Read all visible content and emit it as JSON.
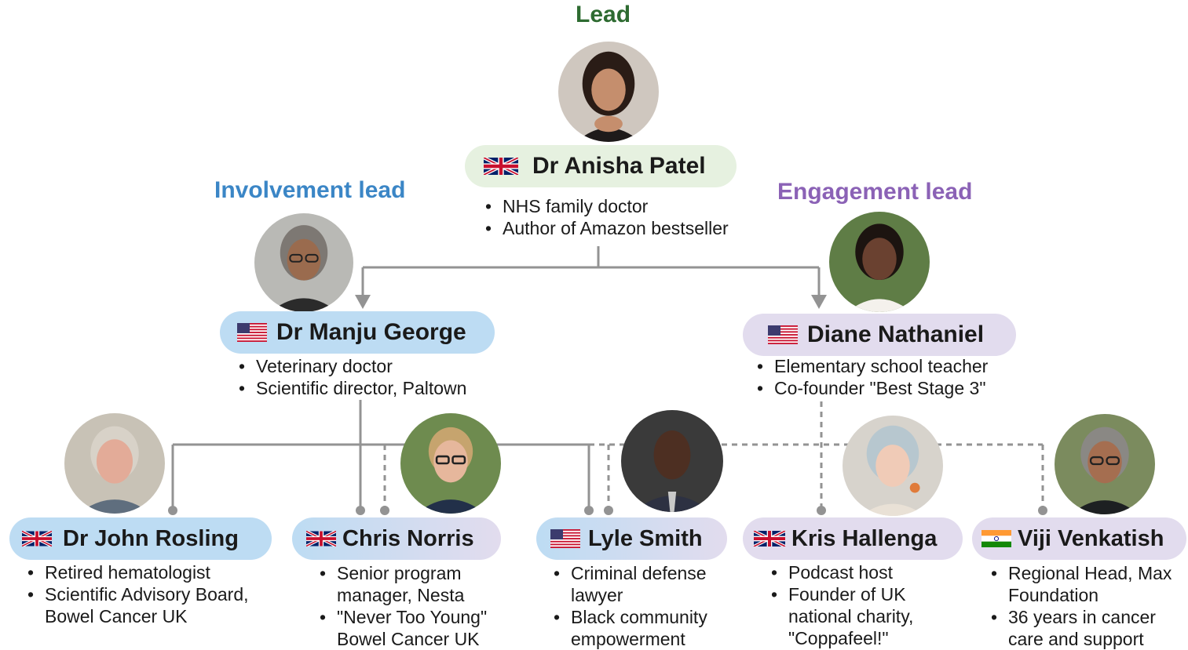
{
  "colors": {
    "connector": "#939393",
    "lead_title": "#2e6b31",
    "involvement_title": "#3b86c6",
    "engagement_title": "#8b62b6",
    "green_pill": "#e6f1e0",
    "blue_pill": "#bddcf3",
    "purple_pill": "#e2dcee"
  },
  "roles": {
    "lead": "Lead",
    "involvement": "Involvement lead",
    "engagement": "Engagement lead"
  },
  "people": {
    "anisha": {
      "name": "Dr Anisha Patel",
      "flag": "uk-flag-icon",
      "photo": "portrait-photo",
      "bullets": [
        "NHS family doctor",
        "Author of Amazon bestseller"
      ]
    },
    "manju": {
      "name": "Dr Manju George",
      "flag": "us-flag-icon",
      "photo": "portrait-photo",
      "bullets": [
        "Veterinary doctor",
        "Scientific director, Paltown"
      ]
    },
    "diane": {
      "name": "Diane Nathaniel",
      "flag": "us-flag-icon",
      "photo": "portrait-photo",
      "bullets": [
        "Elementary school teacher",
        "Co-founder \"Best Stage 3\""
      ]
    },
    "john": {
      "name": "Dr John Rosling",
      "flag": "uk-flag-icon",
      "photo": "portrait-photo",
      "bullets": [
        "Retired hematologist",
        "Scientific Advisory Board, Bowel Cancer UK"
      ]
    },
    "chris": {
      "name": "Chris Norris",
      "flag": "uk-flag-icon",
      "photo": "portrait-photo",
      "bullets": [
        "Senior program manager, Nesta",
        "\"Never Too Young\" Bowel Cancer UK"
      ]
    },
    "lyle": {
      "name": "Lyle Smith",
      "flag": "us-flag-icon",
      "photo": "portrait-photo",
      "bullets": [
        "Criminal defense lawyer",
        "Black community empowerment"
      ]
    },
    "kris": {
      "name": "Kris Hallenga",
      "flag": "uk-flag-icon",
      "photo": "portrait-photo",
      "bullets": [
        "Podcast host",
        "Founder of UK national charity, \"Coppafeel!\""
      ]
    },
    "viji": {
      "name": "Viji Venkatish",
      "flag": "india-flag-icon",
      "photo": "portrait-photo",
      "bullets": [
        "Regional Head, Max Foundation",
        "36 years in cancer care and support"
      ]
    }
  }
}
